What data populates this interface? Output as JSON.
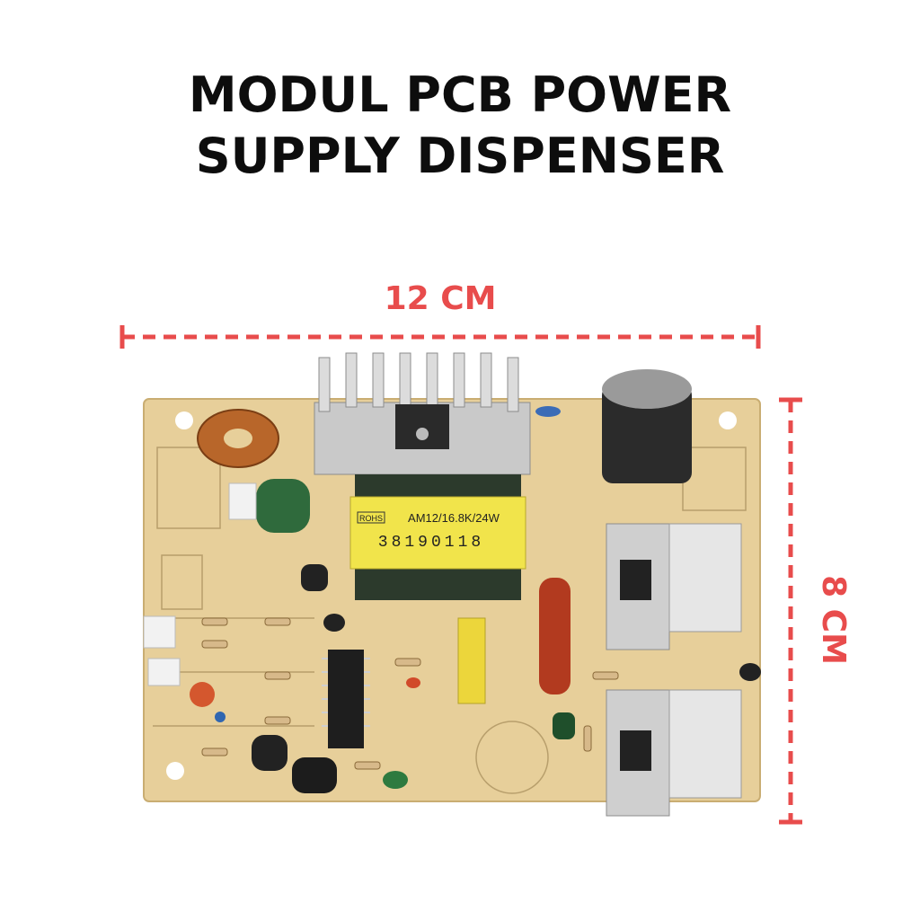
{
  "title": {
    "line1": "MODUL PCB POWER",
    "line2": "SUPPLY DISPENSER"
  },
  "dimensions": {
    "width_label": "12 CM",
    "height_label": "8 CM",
    "color": "#e84c4c"
  },
  "board": {
    "transformer_marking_1": "AM12/16.8K/24W",
    "transformer_marking_2": "38190118",
    "rohs_label": "ROHS",
    "pcb_color": "#e7cf9a"
  }
}
